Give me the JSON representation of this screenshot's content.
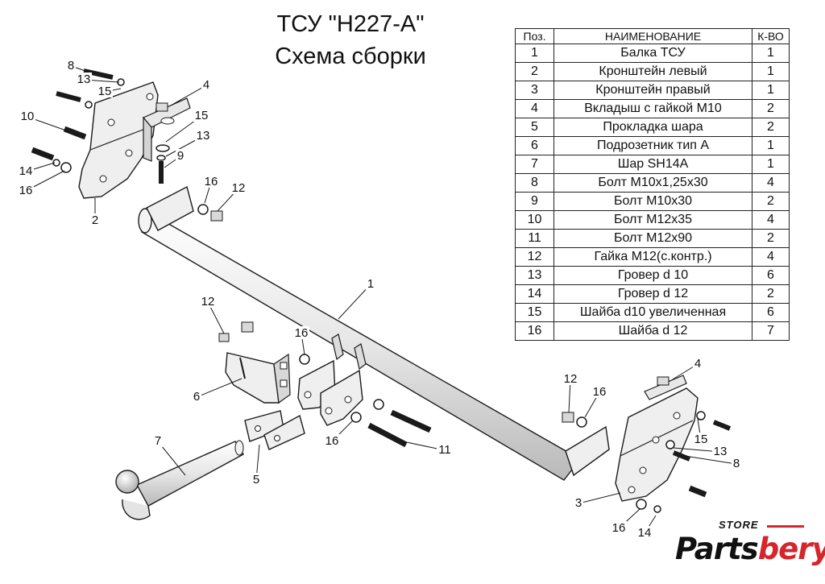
{
  "title": {
    "line1": "ТСУ \"Н227-А\"",
    "line2": "Схема сборки"
  },
  "parts_table": {
    "headers": [
      "Поз.",
      "НАИМЕНОВАНИЕ",
      "К-ВО"
    ],
    "rows": [
      [
        "1",
        "Балка ТСУ",
        "1"
      ],
      [
        "2",
        "Кронштейн левый",
        "1"
      ],
      [
        "3",
        "Кронштейн правый",
        "1"
      ],
      [
        "4",
        "Вкладыш с гайкой М10",
        "2"
      ],
      [
        "5",
        "Прокладка шара",
        "2"
      ],
      [
        "6",
        "Подрозетник тип А",
        "1"
      ],
      [
        "7",
        "Шар SH14A",
        "1"
      ],
      [
        "8",
        "Болт М10х1,25х30",
        "4"
      ],
      [
        "9",
        "Болт М10х30",
        "2"
      ],
      [
        "10",
        "Болт М12х35",
        "4"
      ],
      [
        "11",
        "Болт М12х90",
        "2"
      ],
      [
        "12",
        "Гайка М12(с.контр.)",
        "4"
      ],
      [
        "13",
        "Гровер d 10",
        "6"
      ],
      [
        "14",
        "Гровер d 12",
        "2"
      ],
      [
        "15",
        "Шайба d10 увеличенная",
        "6"
      ],
      [
        "16",
        "Шайба d 12",
        "7"
      ]
    ]
  },
  "callouts": [
    "8",
    "13",
    "15",
    "4",
    "10",
    "15",
    "13",
    "9",
    "14",
    "16",
    "16",
    "12",
    "2",
    "1",
    "12",
    "16",
    "6",
    "7",
    "5",
    "16",
    "11",
    "12",
    "16",
    "4",
    "15",
    "13",
    "8",
    "3",
    "16",
    "14"
  ],
  "logo": {
    "store": "STORE",
    "name_a": "Parts",
    "name_b": "bery"
  },
  "colors": {
    "line": "#1a1a1a",
    "part_fill": "#efefef",
    "part_shade": "#cfcfcf",
    "logo_red": "#d4262c"
  }
}
